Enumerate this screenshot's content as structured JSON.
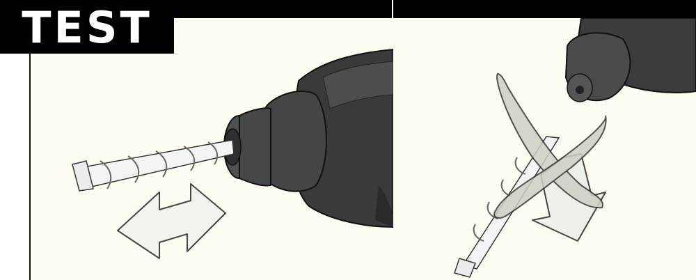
{
  "header": {
    "title": "TEST"
  },
  "panels": [
    {
      "id": "correct-check",
      "illustration": "drill-bit-in-chuck-pull-test",
      "icons": [
        "double-arrow-icon"
      ]
    },
    {
      "id": "wrong-removal",
      "illustration": "drill-bit-falling-out",
      "icons": [
        "cross-icon",
        "down-arrow-icon"
      ]
    }
  ],
  "colors": {
    "background": "#fffdf2",
    "frame": "#000000",
    "drill_body": "#3c3c3c",
    "bit": "#f2f2f2",
    "arrow": "#f4f4ee"
  }
}
